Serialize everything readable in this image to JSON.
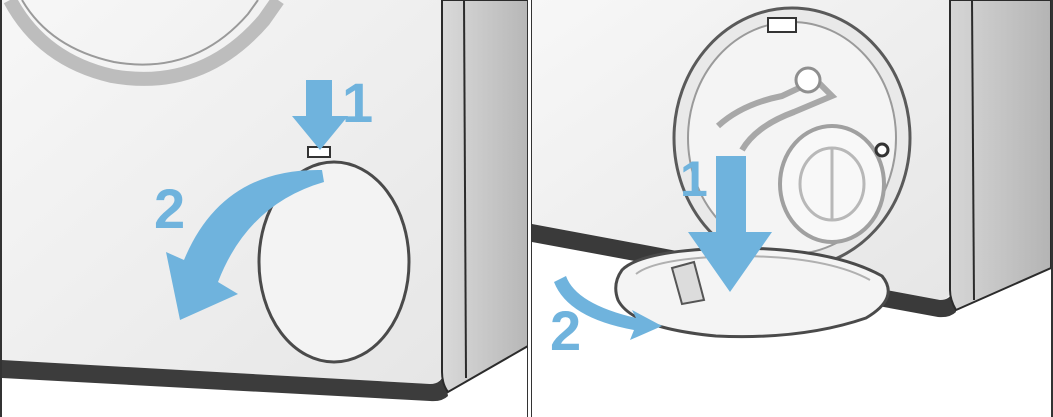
{
  "steps": {
    "left": {
      "step1": "1",
      "step2": "2"
    },
    "right": {
      "step1": "1",
      "step2": "2"
    }
  },
  "colors": {
    "arrow": "#6fb3dd",
    "appliance_front": "#efefef",
    "appliance_side": "#c8c8c8",
    "outline": "#2b2b2b"
  }
}
